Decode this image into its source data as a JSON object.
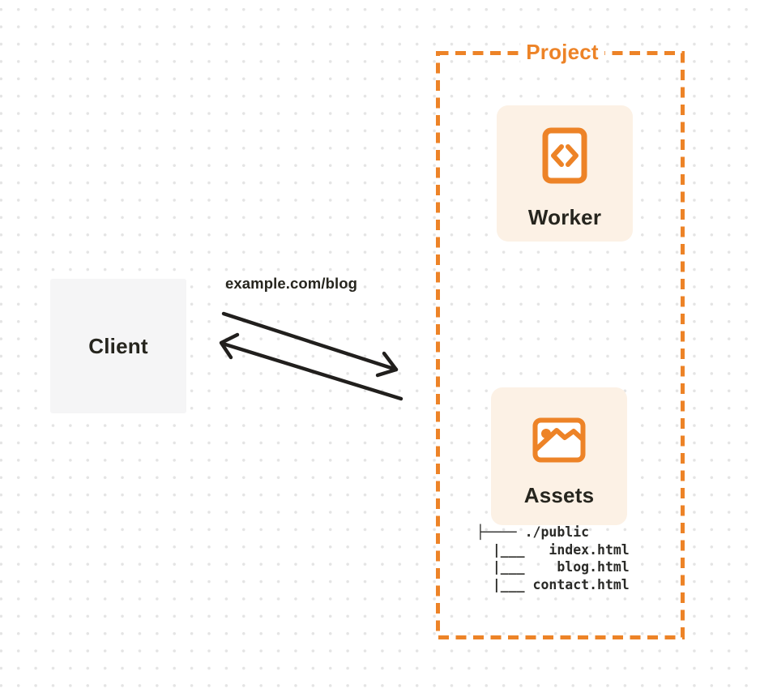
{
  "client": {
    "label": "Client"
  },
  "request": {
    "label": "example.com/blog"
  },
  "project": {
    "title": "Project",
    "worker": {
      "label": "Worker",
      "icon": "code-file-icon"
    },
    "assets": {
      "label": "Assets",
      "icon": "image-icon"
    },
    "file_tree": {
      "lines": [
        "├──── ./public",
        "  |___   index.html",
        "  |___    blog.html",
        "  |___ contact.html"
      ]
    }
  },
  "arrows": {
    "request_arrow": "client-to-project",
    "response_arrow": "project-to-client"
  },
  "colors": {
    "accent_orange": "#ED8327",
    "card_background": "#FCF1E5",
    "client_background": "#F5F5F6",
    "text_dark": "#26251E",
    "arrow_dark": "#211F1D",
    "dot_grid": "#E4E4E4"
  }
}
